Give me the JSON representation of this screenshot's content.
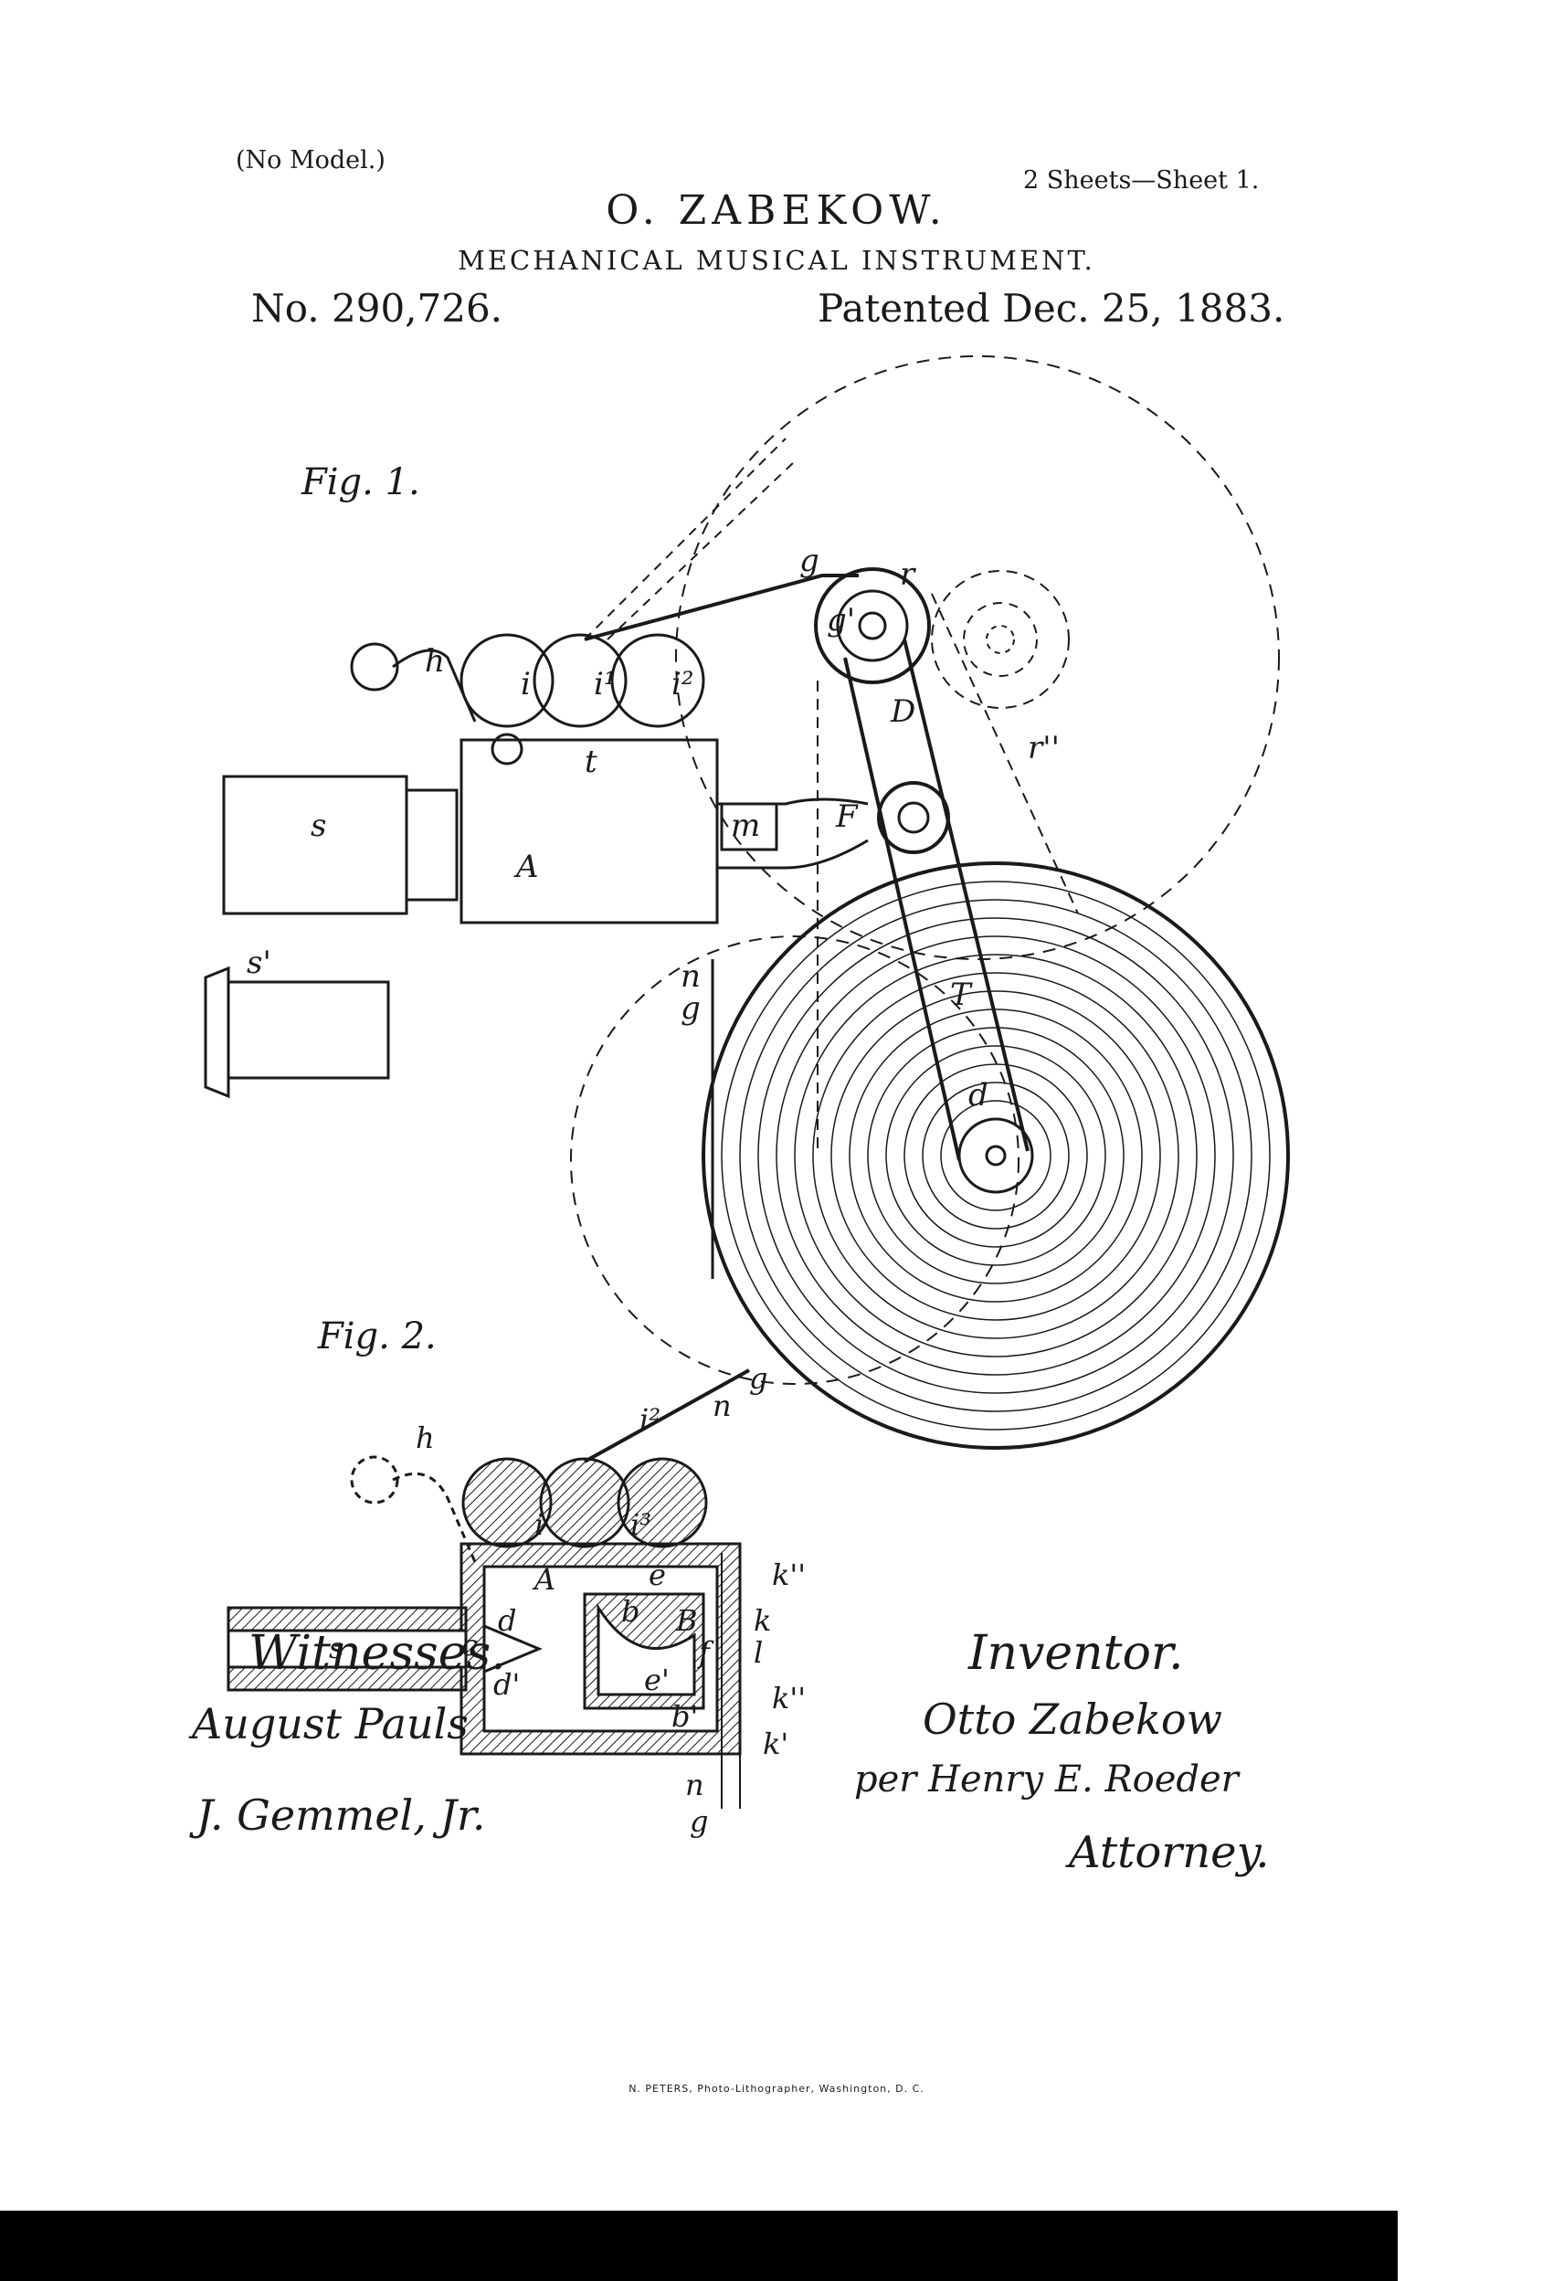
{
  "header": {
    "no_model": "(No Model.)",
    "sheets": "2 Sheets—Sheet 1.",
    "inventor": "O. ZABEKOW.",
    "subject": "MECHANICAL MUSICAL INSTRUMENT.",
    "patent_number": "No. 290,726.",
    "patent_date": "Patented Dec. 25, 1883."
  },
  "figures": {
    "fig1": "Fig. 1.",
    "fig2": "Fig. 2."
  },
  "fig1_labels": {
    "h": "h",
    "i": "i",
    "i1": "i¹",
    "i2": "i²",
    "g": "g",
    "g1": "g'",
    "D": "D",
    "r": "r",
    "r2": "r''",
    "t": "t",
    "A": "A",
    "m": "m",
    "F": "F",
    "s": "s",
    "s1": "s'",
    "n": "n",
    "g2": "g",
    "T": "T",
    "d": "d"
  },
  "fig2_labels": {
    "h": "h",
    "i": "i",
    "i2": "i²",
    "i3": "i³",
    "g": "g",
    "n": "n",
    "A": "A",
    "e": "e",
    "b": "b",
    "B": "B",
    "d": "d",
    "c": "c",
    "s": "s",
    "d1": "d'",
    "e1": "e'",
    "b1": "b'",
    "f": "f",
    "k": "k",
    "l": "l",
    "k2": "k''",
    "k3": "k''",
    "k1": "k'",
    "n2": "n",
    "g2": "g"
  },
  "signatures": {
    "witnesses_heading": "Witnesses.",
    "witness_1": "August Pauls",
    "witness_2": "J. Gemmel, Jr.",
    "inventor_heading": "Inventor.",
    "inventor_signature": "Otto Zabekow",
    "attorney_by": "per Henry E. Roeder",
    "attorney_title": "Attorney."
  },
  "footer": {
    "lithographer": "N. PETERS, Photo-Lithographer, Washington, D. C."
  },
  "colors": {
    "ink": "#1a1a1a",
    "paper": "#ffffff",
    "bar": "#000000"
  }
}
